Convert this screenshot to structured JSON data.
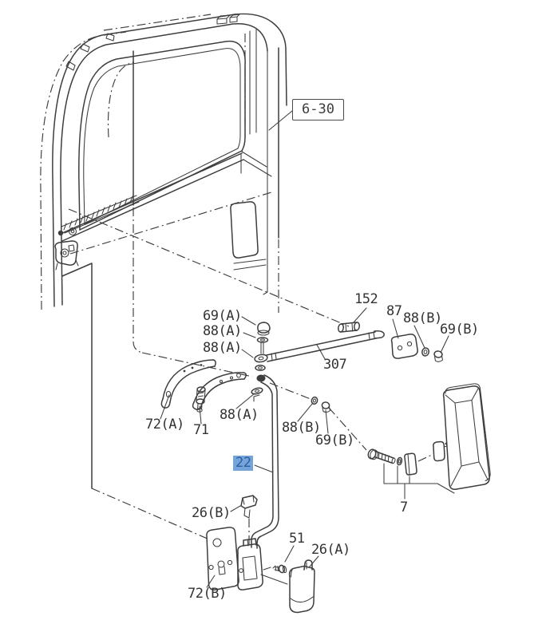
{
  "diagram": {
    "type": "exploded-parts-diagram",
    "subject": "cab door with outside rear view mirror and mirror arm assembly",
    "reference_box_label": "6-30",
    "highlighted_callout": "22",
    "callouts": {
      "c6_30": "6-30",
      "c69A": "69(A)",
      "c88A": "88(A)",
      "c88B": "88(B)",
      "c69B": "69(B)",
      "c152": "152",
      "c87": "87",
      "c307": "307",
      "c72A": "72(A)",
      "c71": "71",
      "c22": "22",
      "c26B": "26(B)",
      "c51": "51",
      "c26A": "26(A)",
      "c72B": "72(B)",
      "c7": "7"
    },
    "colors": {
      "line": "#3d3d3d",
      "background": "#ffffff",
      "label_text": "#333333",
      "highlight_background": "#74a4da",
      "highlight_text": "#2e5e9e"
    }
  }
}
